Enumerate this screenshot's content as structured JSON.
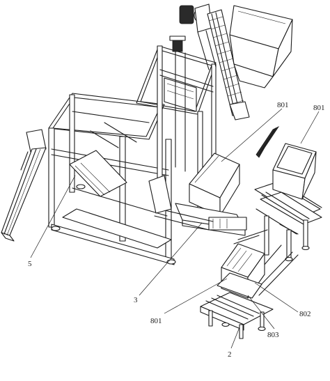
{
  "labels": {
    "l801_mid": "801",
    "l801_right": "801",
    "l801_bottom": "801",
    "l5": "5",
    "l3": "3",
    "l802": "802",
    "l803": "803",
    "l2": "2"
  }
}
